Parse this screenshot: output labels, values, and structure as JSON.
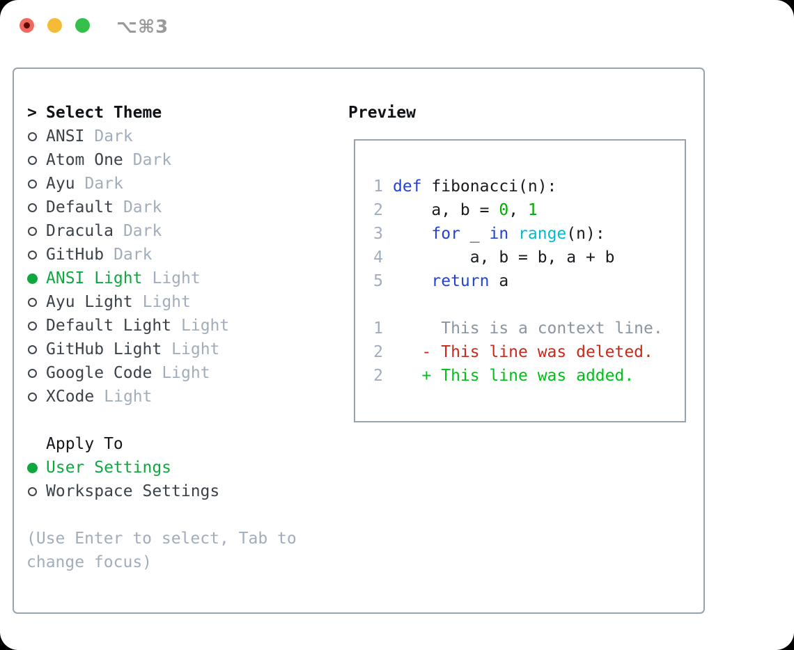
{
  "window": {
    "shortcut_label": "⌥⌘3",
    "traffic_lights": {
      "close": "#ee6a60",
      "close_dot": "#5f0800",
      "minimize": "#f5bb38",
      "maximize": "#35bf4b"
    }
  },
  "colors": {
    "border": "#9aa2ac",
    "text": "#3b424a",
    "muted": "#a2adbb",
    "green_selected": "#0fa83e",
    "blue_keyword": "#2343d8",
    "cyan_builtin": "#00bcd2",
    "green_number": "#00ab00",
    "green_added": "#00bf17",
    "red_deleted": "#c8291b",
    "context_gray": "#8b95a0",
    "code_text": "#181c20"
  },
  "theme_list": {
    "prompt": ">",
    "title": "Select Theme",
    "items": [
      {
        "name": "ANSI",
        "tag": "Dark",
        "selected": false
      },
      {
        "name": "Atom One",
        "tag": "Dark",
        "selected": false
      },
      {
        "name": "Ayu",
        "tag": "Dark",
        "selected": false
      },
      {
        "name": "Default",
        "tag": "Dark",
        "selected": false
      },
      {
        "name": "Dracula",
        "tag": "Dark",
        "selected": false
      },
      {
        "name": "GitHub",
        "tag": "Dark",
        "selected": false
      },
      {
        "name": "ANSI Light",
        "tag": "Light",
        "selected": true
      },
      {
        "name": "Ayu Light",
        "tag": "Light",
        "selected": false
      },
      {
        "name": "Default Light",
        "tag": "Light",
        "selected": false
      },
      {
        "name": "GitHub Light",
        "tag": "Light",
        "selected": false
      },
      {
        "name": "Google Code",
        "tag": "Light",
        "selected": false
      },
      {
        "name": "XCode",
        "tag": "Light",
        "selected": false
      }
    ]
  },
  "apply_to": {
    "title": "Apply To",
    "options": [
      {
        "label": "User Settings",
        "selected": true
      },
      {
        "label": "Workspace Settings",
        "selected": false
      }
    ]
  },
  "hint": "(Use Enter to select, Tab to change focus)",
  "preview": {
    "title": "Preview",
    "lines": [
      {
        "no": "1",
        "segments": [
          {
            "type": "keyword",
            "text": "def"
          },
          {
            "type": "plain",
            "text": " fibonacci(n):"
          }
        ]
      },
      {
        "no": "2",
        "segments": [
          {
            "type": "plain",
            "text": "    a, b = "
          },
          {
            "type": "number",
            "text": "0"
          },
          {
            "type": "plain",
            "text": ", "
          },
          {
            "type": "number",
            "text": "1"
          }
        ]
      },
      {
        "no": "3",
        "segments": [
          {
            "type": "plain",
            "text": "    "
          },
          {
            "type": "keyword",
            "text": "for"
          },
          {
            "type": "plain",
            "text": " _ "
          },
          {
            "type": "keyword",
            "text": "in"
          },
          {
            "type": "plain",
            "text": " "
          },
          {
            "type": "builtin",
            "text": "range"
          },
          {
            "type": "plain",
            "text": "(n):"
          }
        ]
      },
      {
        "no": "4",
        "segments": [
          {
            "type": "plain",
            "text": "        a, b = b, a + b"
          }
        ]
      },
      {
        "no": "5",
        "segments": [
          {
            "type": "plain",
            "text": "    "
          },
          {
            "type": "keyword",
            "text": "return"
          },
          {
            "type": "plain",
            "text": " a"
          }
        ]
      },
      {
        "no": "",
        "segments": []
      },
      {
        "no": "1",
        "segments": [
          {
            "type": "context",
            "text": "     This is a context line."
          }
        ]
      },
      {
        "no": "2",
        "segments": [
          {
            "type": "deleted",
            "text": "   - This line was deleted."
          }
        ]
      },
      {
        "no": "2",
        "segments": [
          {
            "type": "added",
            "text": "   + This line was added."
          }
        ]
      }
    ]
  }
}
